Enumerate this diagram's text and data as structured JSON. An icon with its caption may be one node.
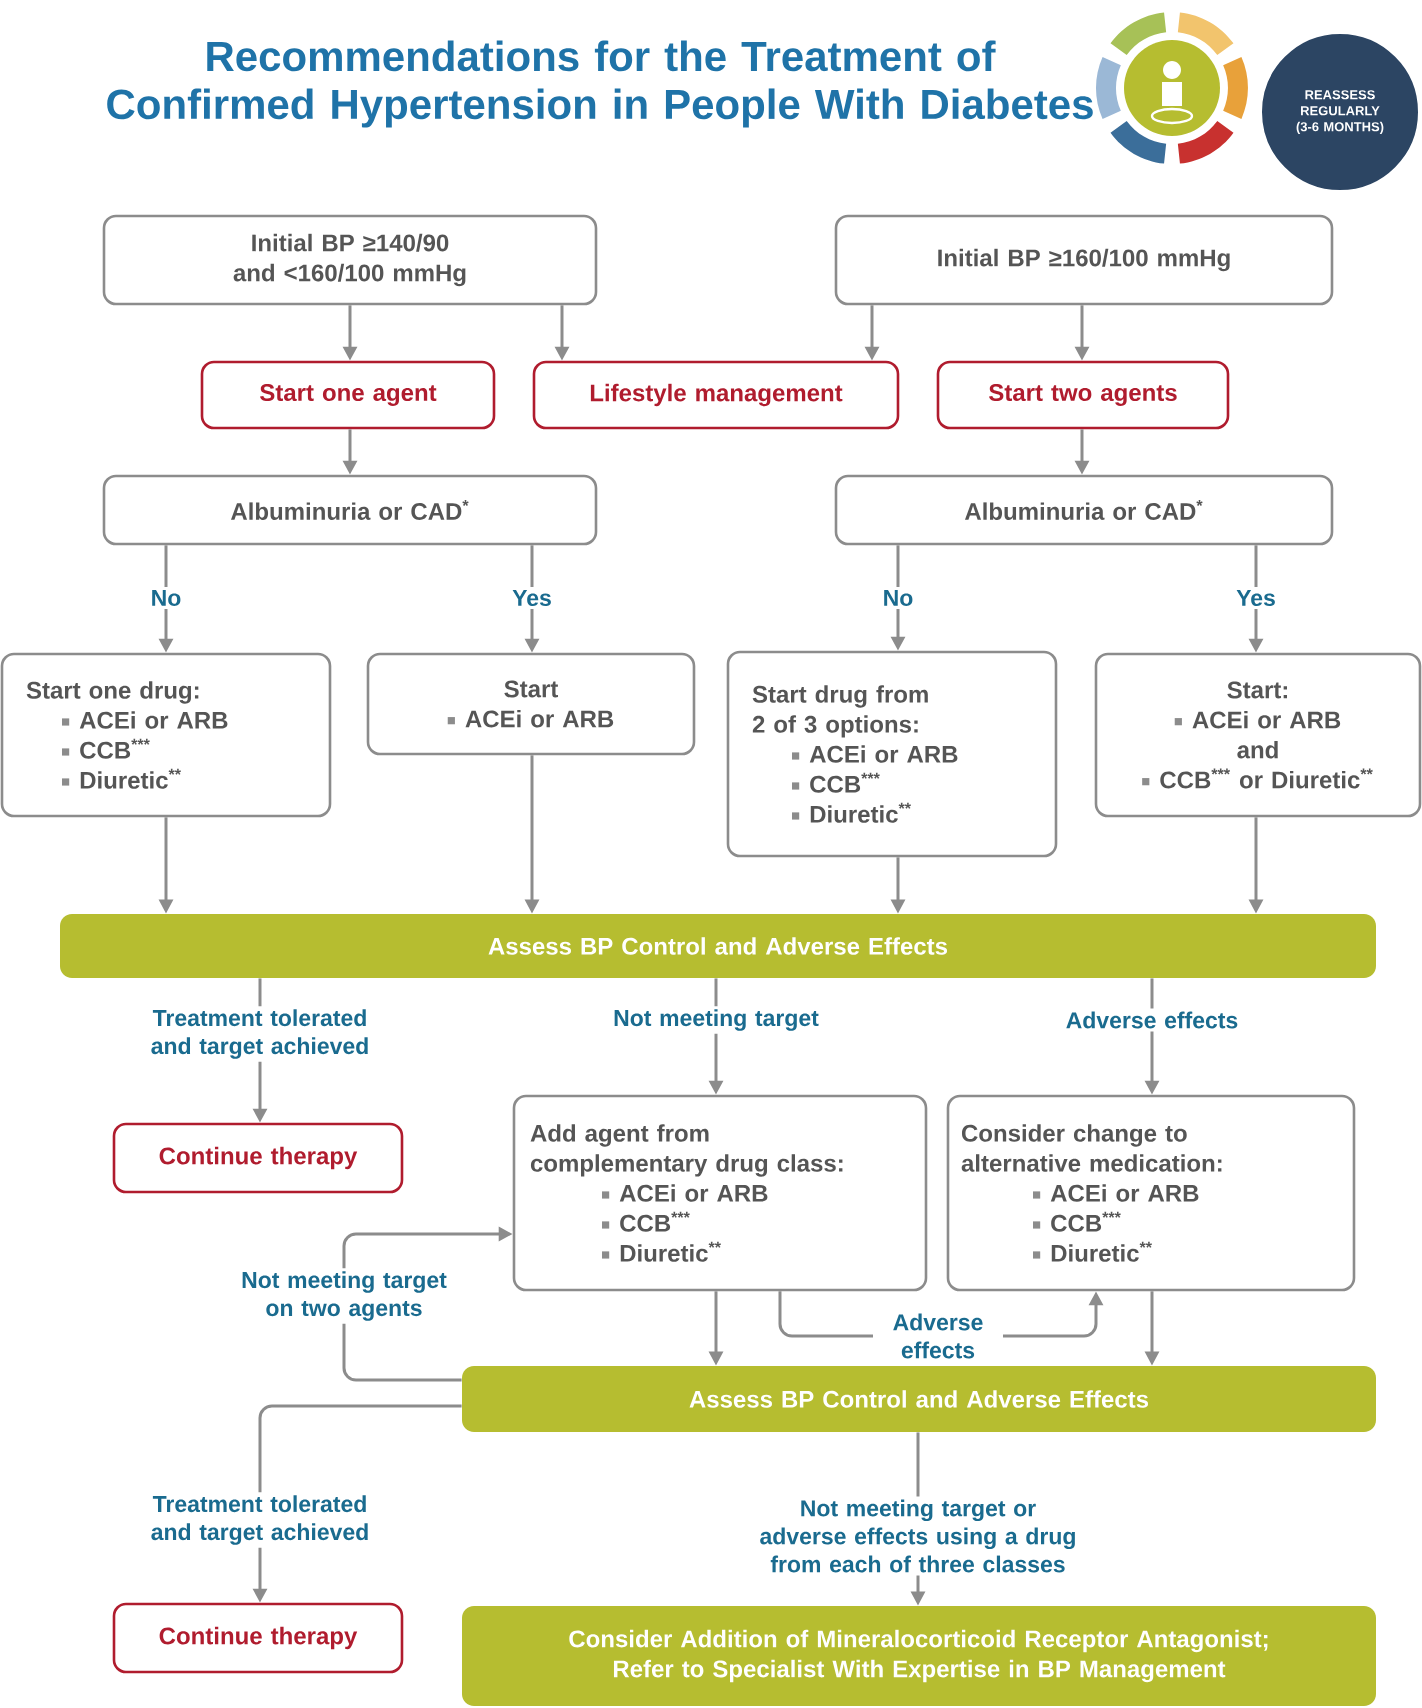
{
  "diagram": {
    "title": "Recommendations for the Treatment of Confirmed Hypertension in People With Diabetes",
    "nodes": [
      {
        "text": [
          "REASSESS REGULARLY (3-6 MONTHS)"
        ]
      },
      {
        "text": [
          "Initial BP ≥140/90 and <160/100 mmHg"
        ]
      },
      {
        "text": [
          "Initial BP ≥160/100 mmHg"
        ]
      },
      {
        "text": [
          "Start one agent"
        ]
      },
      {
        "text": [
          "Lifestyle management"
        ]
      },
      {
        "text": [
          "Start two agents"
        ]
      },
      {
        "text": [
          "Albuminuria or CAD$^{*}$"
        ]
      },
      {
        "text": [
          "Albuminuria or CAD$^{*}$"
        ]
      },
      {
        "text": [
          "Start one drug:",
          "ACEi or ARB",
          "CCB$^{***}$",
          "Diuretic$^{**}$"
        ]
      },
      {
        "text": [
          "Start",
          "ACEi or ARB"
        ]
      },
      {
        "text": [
          "Start drug from 2 of 3 options:",
          "ACEi or ARB",
          "CCB$^{***}$",
          "Diuretic$^{**}$"
        ]
      },
      {
        "text": [
          "Start:",
          "ACEi or ARB",
          "and",
          "CCB$^{***}$ or Diuretic$^{**}$"
        ]
      },
      {
        "text": [
          "Assess BP Control and Adverse Effects"
        ]
      },
      {
        "text": [
          "Continue therapy"
        ]
      },
      {
        "text": [
          "Add agent from complementary drug class:",
          "ACEi or ARB",
          "CCB$^{***}$",
          "Diuretic$^{**}$"
        ]
      },
      {
        "text": [
          "Consider change to alternative medication:",
          "ACEi or ARB",
          "CCB$^{***}$",
          "Diuretic$^{**}$"
        ]
      },
      {
        "text": [
          "Assess BP Control and Adverse Effects"
        ]
      },
      {
        "text": [
          "Continue therapy"
        ]
      },
      {
        "text": [
          "Consider Addition of Mineralocorticoid Receptor Antagonist; Refer to Specialist With Expertise in BP Management"
        ]
      }
    ],
    "edges": [
      {
        "from": 1,
        "to": 3,
        "arrow": "to"
      },
      {
        "from": 1,
        "to": 4,
        "arrow": "to"
      },
      {
        "from": 2,
        "to": 4,
        "arrow": "to"
      },
      {
        "from": 2,
        "to": 5,
        "arrow": "to"
      },
      {
        "from": 3,
        "to": 6,
        "arrow": "to"
      },
      {
        "from": 5,
        "to": 7,
        "arrow": "to"
      },
      {
        "from": 6,
        "to": 8,
        "arrow": "to",
        "label": "No"
      },
      {
        "from": 6,
        "to": 9,
        "arrow": "to",
        "label": "Yes"
      },
      {
        "from": 7,
        "to": 10,
        "arrow": "to",
        "label": "No"
      },
      {
        "from": 7,
        "to": 11,
        "arrow": "to",
        "label": "Yes"
      },
      {
        "from": 8,
        "to": 12,
        "arrow": "to"
      },
      {
        "from": 9,
        "to": 12,
        "arrow": "to"
      },
      {
        "from": 10,
        "to": 12,
        "arrow": "to"
      },
      {
        "from": 11,
        "to": 12,
        "arrow": "to"
      },
      {
        "from": 12,
        "to": 13,
        "arrow": "to",
        "label": "Treatment tolerated and target achieved"
      },
      {
        "from": 12,
        "to": 14,
        "arrow": "to",
        "label": "Not meeting target"
      },
      {
        "from": 12,
        "to": 15,
        "arrow": "to",
        "label": "Adverse effects"
      },
      {
        "from": 14,
        "to": 16,
        "arrow": "to"
      },
      {
        "from": 15,
        "to": 16,
        "arrow": "to"
      },
      {
        "from": 14,
        "to": 15,
        "arrow": "to",
        "label": "Adverse effects"
      },
      {
        "from": 16,
        "to": 14,
        "arrow": "to",
        "label": "Not meeting target on two agents"
      },
      {
        "from": 16,
        "to": 17,
        "arrow": "to",
        "label": "Treatment tolerated and target achieved"
      },
      {
        "from": 16,
        "to": 18,
        "arrow": "to",
        "label": "Not meeting target or adverse effects using a drug from each of three classes"
      }
    ]
  }
}
